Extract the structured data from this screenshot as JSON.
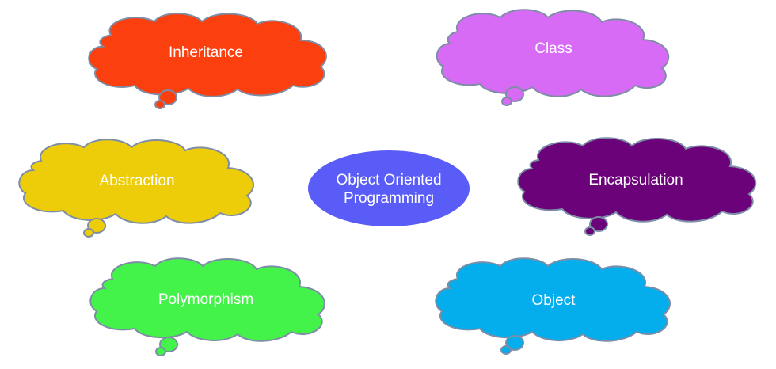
{
  "center": {
    "line1": "Object Oriented",
    "line2": "Programming",
    "color": "#5a5cf8"
  },
  "clouds": {
    "inheritance": {
      "label": "Inheritance",
      "color": "#fb3f0e"
    },
    "class": {
      "label": "Class",
      "color": "#d86bf6"
    },
    "abstraction": {
      "label": "Abstraction",
      "color": "#edcd09"
    },
    "encapsulation": {
      "label": "Encapsulation",
      "color": "#6c027a"
    },
    "polymorphism": {
      "label": "Polymorphism",
      "color": "#44f34a"
    },
    "object": {
      "label": "Object",
      "color": "#04adec"
    }
  }
}
